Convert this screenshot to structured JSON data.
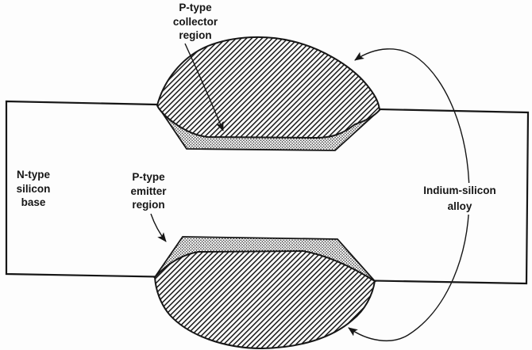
{
  "diagram": {
    "labels": {
      "collector": {
        "line1": "P-type",
        "line2": "collector",
        "line3": "region"
      },
      "base": {
        "line1": "N-type",
        "line2": "silicon",
        "line3": "base"
      },
      "emitter": {
        "line1": "P-type",
        "line2": "emitter",
        "line3": "region"
      },
      "alloy": {
        "line1": "Indium-silicon",
        "line2": "alloy"
      }
    },
    "colors": {
      "ink": "#161616",
      "paper": "#fdfdfd"
    }
  }
}
